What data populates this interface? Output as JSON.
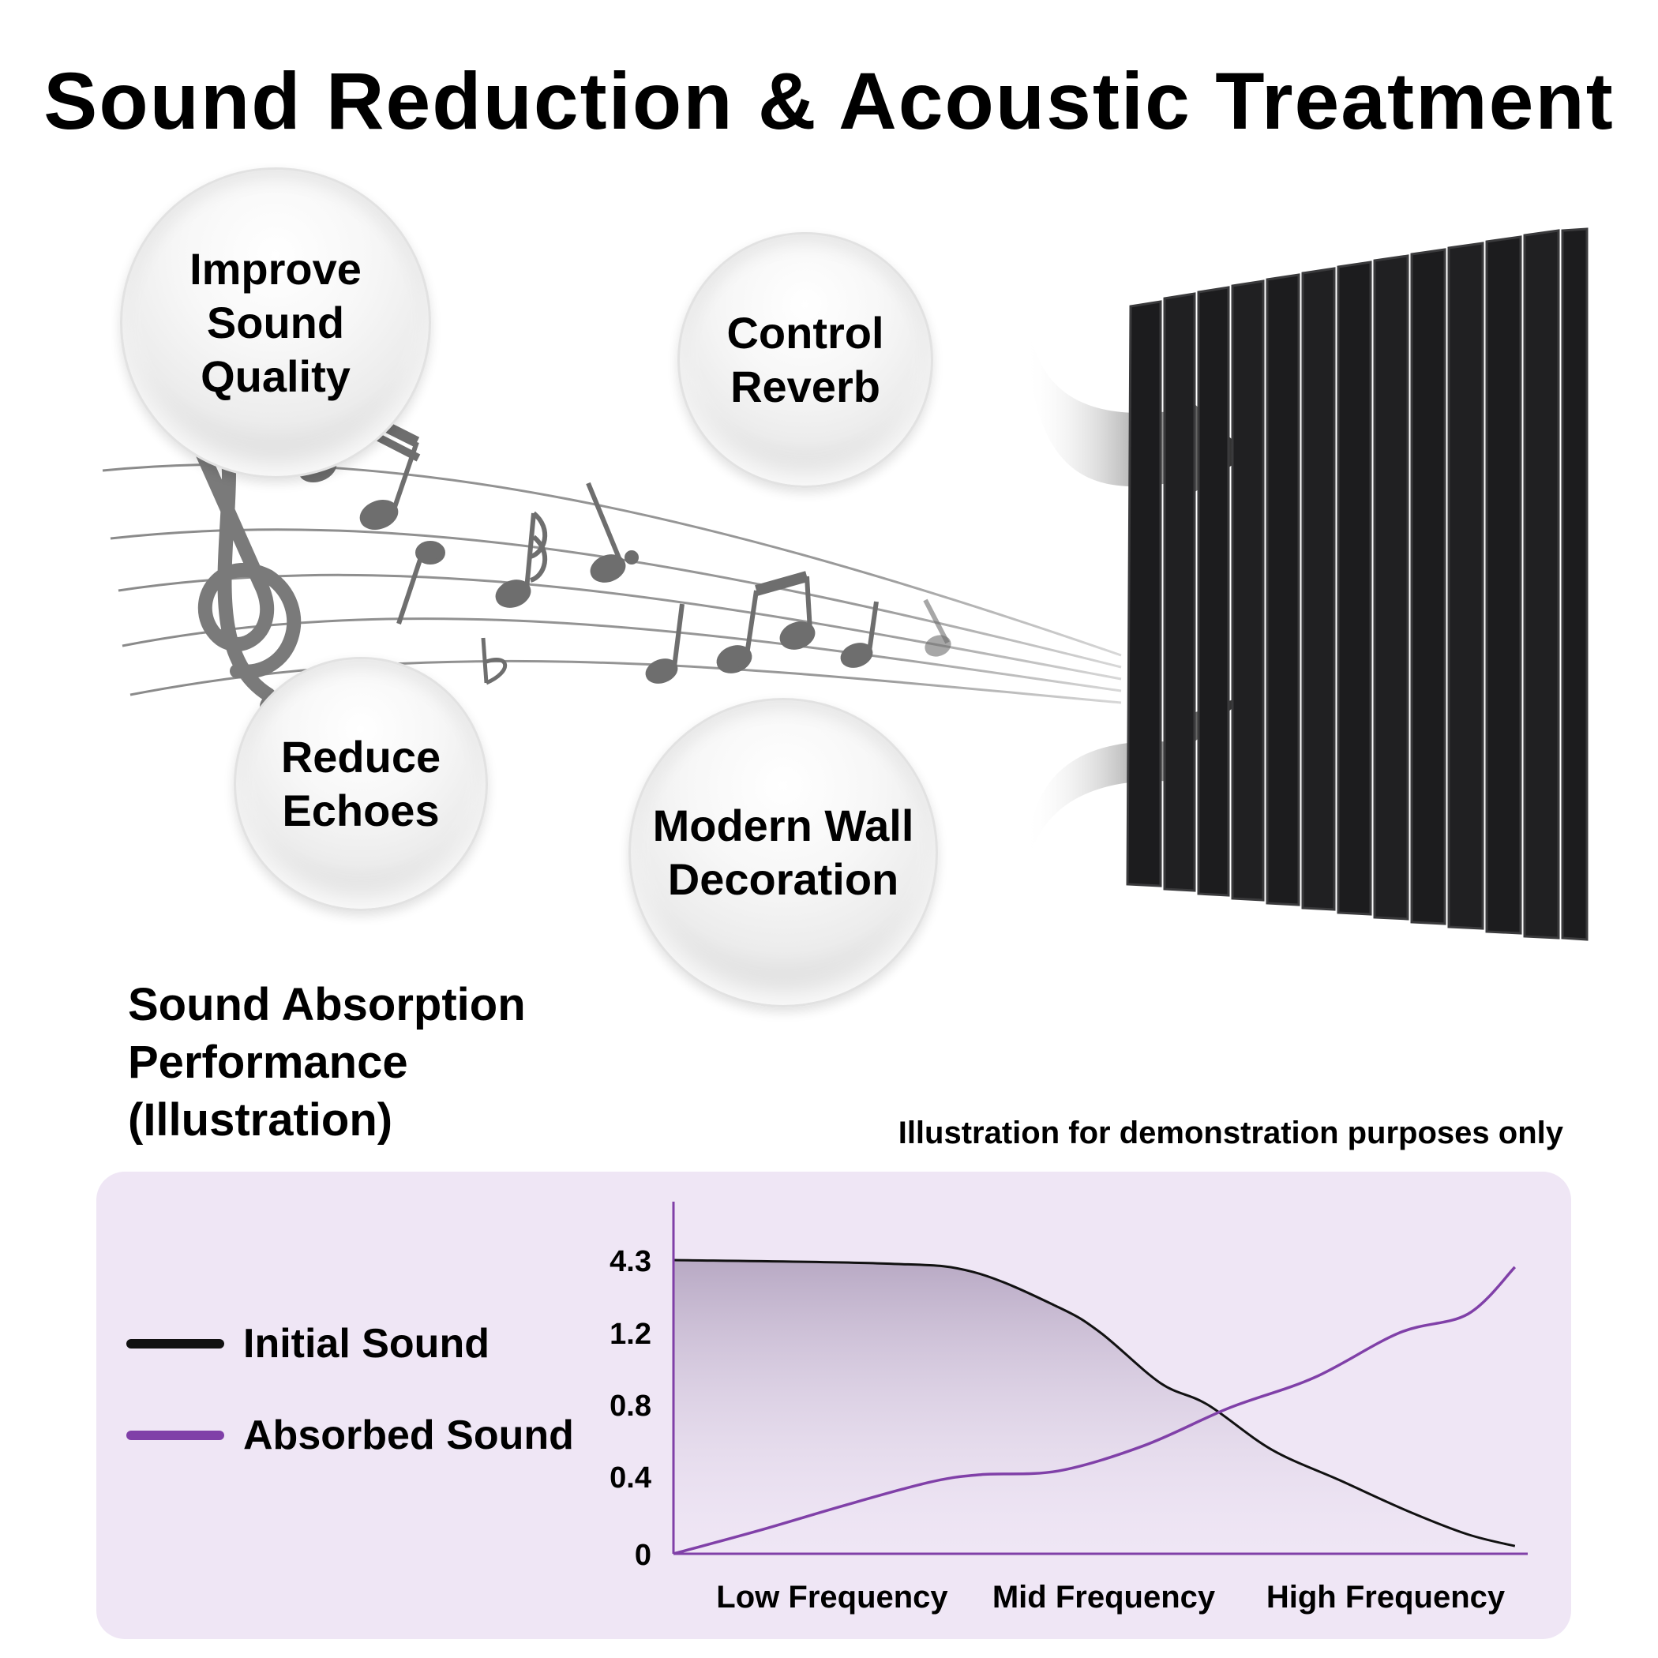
{
  "title": "Sound Reduction & Acoustic Treatment",
  "features": [
    "Improve Sound Quality",
    "Control Reverb",
    "Reduce Echoes",
    "Modern Wall Decoration"
  ],
  "colors": {
    "initial_sound": "#111111",
    "absorbed_sound": "#8040a8",
    "panel_bg": "#efe6f5",
    "foam": "#1c1c1e"
  },
  "icons": [
    "treble-clef-icon",
    "music-note-icon",
    "flat-icon",
    "arrow-icon"
  ],
  "section_title": "Sound Absorption\nPerformance\n(Illustration)",
  "note": "Illustration for demonstration purposes only",
  "chart_data": {
    "type": "line",
    "categories": [
      "Low Frequency",
      "Mid Frequency",
      "High Frequency"
    ],
    "y_ticks": [
      "4.3",
      "1.2",
      "0.8",
      "0.4",
      "0"
    ],
    "legend_position": "left",
    "grid": false,
    "series": [
      {
        "name": "Initial Sound",
        "color": "#111111",
        "x": [
          0,
          0.25,
          0.35,
          0.45,
          0.5,
          0.57,
          0.625,
          0.7,
          0.78,
          0.86,
          0.93,
          0.985
        ],
        "y": [
          4.3,
          4.15,
          3.8,
          2.3,
          1.2,
          0.92,
          0.8,
          0.55,
          0.38,
          0.22,
          0.1,
          0.04
        ]
      },
      {
        "name": "Absorbed Sound",
        "color": "#8040a8",
        "x": [
          0,
          0.1,
          0.2,
          0.3,
          0.36,
          0.45,
          0.55,
          0.65,
          0.75,
          0.85,
          0.93,
          0.985
        ],
        "y": [
          0,
          0.12,
          0.25,
          0.37,
          0.41,
          0.43,
          0.57,
          0.78,
          0.95,
          1.2,
          2.0,
          4.0
        ]
      }
    ]
  }
}
